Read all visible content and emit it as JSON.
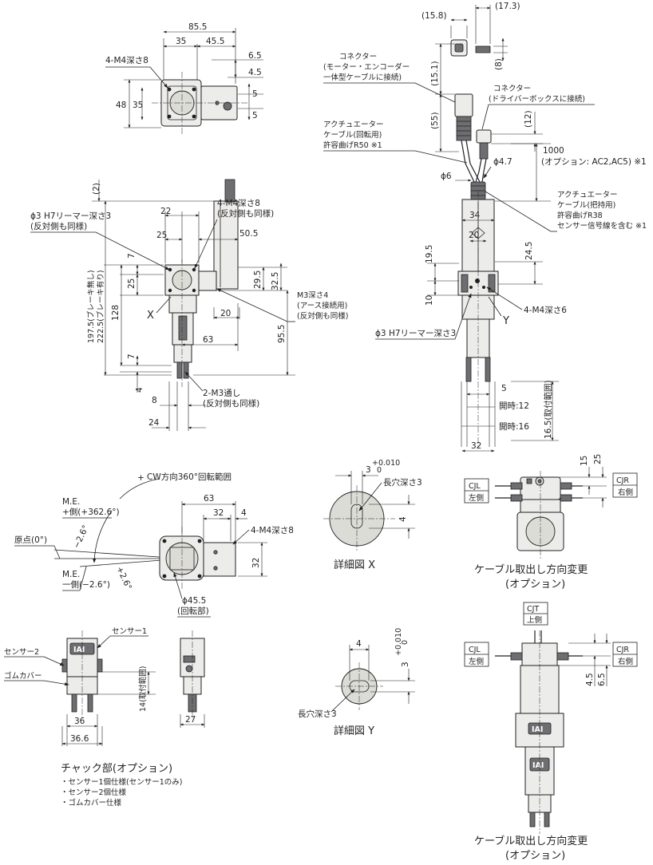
{
  "top_view": {
    "dims": {
      "width_total": "85.5",
      "w35": "35",
      "w45_5": "45.5",
      "d6_5": "6.5",
      "d4_5": "4.5",
      "d5a": "5",
      "d5b": "5",
      "h48": "48",
      "h35": "35"
    },
    "note_m4": "4-M4深さ8"
  },
  "cable_top": {
    "d15_8": "(15.8)",
    "d17_3": "(17.3)",
    "d8": "(8)"
  },
  "connector_motor": {
    "title": "コネクター",
    "line1": "(モーター・エンコーダー",
    "line2": "一体型ケーブルに接続)",
    "d15_1": "(15.1)",
    "d55": "(55)"
  },
  "connector_driver": {
    "title": "コネクター",
    "line1": "(ドライバーボックスに接続)",
    "d12": "(12)"
  },
  "cable_rot": {
    "line1": "アクチュエーター",
    "line2": "ケーブル(回転用)",
    "line3": "許容曲げR50 ※1"
  },
  "length_note": {
    "value": "1000",
    "option": "(オプション: AC2,AC5) ※1"
  },
  "cable_dims": {
    "phi4_7": "ϕ4.7",
    "phi6": "ϕ6"
  },
  "cable_grip": {
    "line1": "アクチュエーター",
    "line2": "ケーブル(把持用)",
    "line3": "許容曲げR38",
    "line4": "センサー信号線を含む ※1"
  },
  "front_view": {
    "note_phi3": {
      "line1": "ϕ3 H7リーマー深さ3",
      "line2": "(反対側も同様)"
    },
    "note_m4": {
      "line1": "4-M4深さ8",
      "line2": "(反対側も同様)"
    },
    "note_m3": {
      "line1": "M3深さ4",
      "line2": "(アース接続用)",
      "line3": "(反対側も同様)"
    },
    "note_2m3": {
      "line1": "2-M3通し",
      "line2": "(反対側も同様)"
    },
    "dims": {
      "d2": "(2)",
      "d22": "22",
      "d25": "25",
      "d50_5": "50.5",
      "d7a": "7",
      "d25v": "25",
      "d29_5": "29.5",
      "d32_5": "32.5",
      "d128": "128",
      "d197_5": "197.5(ブレーキ無し)",
      "d222_5": "222.5(ブレーキ有り)",
      "d20": "20",
      "d63": "63",
      "d95_5": "95.5",
      "d7b": "7",
      "d4": "4",
      "d8": "8",
      "d24": "24"
    },
    "label_x": "X"
  },
  "side_view": {
    "dims": {
      "d34": "34",
      "d20": "20",
      "d19_5": "19.5",
      "d24_5": "24.5",
      "d10": "10",
      "d5": "5",
      "d32": "32",
      "d16_5": "16.5(取付範囲)"
    },
    "note_m4": "4-M4深さ6",
    "note_phi3": "ϕ3 H7リーマー深さ3",
    "open12": "開時:12",
    "open16": "開時:16",
    "label_y": "Y"
  },
  "rotation_view": {
    "cw": "CW方向360°回転範囲",
    "me_plus": {
      "line1": "M.E.",
      "line2": "+側(+362.6°)"
    },
    "origin": "原点(0°)",
    "me_minus": {
      "line1": "M.E.",
      "line2": "一側(−2.6°)"
    },
    "ang_neg": "−2.6°",
    "ang_pos": "+2.6°",
    "phi45_5": {
      "line1": "ϕ45.5",
      "line2": "(回転部)"
    },
    "dims": {
      "d63": "63",
      "d32": "32",
      "d4": "4",
      "d32v": "32"
    },
    "note_m4": "4-M4深さ8"
  },
  "detail_x": {
    "d3": "3",
    "tol": "+0.010",
    "tol0": "0",
    "note": "長穴深さ3",
    "d4": "4",
    "caption": "詳細図 X"
  },
  "detail_y": {
    "d4": "4",
    "d3": "3",
    "tol": "+0.010",
    "tol0": "0",
    "note": "長穴深さ3",
    "caption": "詳細図 Y"
  },
  "cable_dir1": {
    "cjl": "CJL",
    "cjl2": "左側",
    "cjr": "CJR",
    "cjr2": "右側",
    "d15": "15",
    "d25": "25",
    "caption1": "ケーブル取出し方向変更",
    "caption2": "(オプション)"
  },
  "cable_dir2": {
    "cjt": "CJT",
    "cjt2": "上側",
    "cjl": "CJL",
    "cjl2": "左側",
    "cjr": "CJR",
    "cjr2": "右側",
    "d4_5": "4.5",
    "d6_5": "6.5",
    "caption1": "ケーブル取出し方向変更",
    "caption2": "(オプション)"
  },
  "chuck": {
    "sensor1": "センサー1",
    "sensor2": "センサー2",
    "rubber": "ゴムカバー",
    "d14": "14(取付範囲)",
    "d36": "36",
    "d36_6": "36.6",
    "d27": "27",
    "title": "チャック部(オプション)",
    "opt1": "・センサー1個仕様(センサー1のみ)",
    "opt2": "・センサー2個仕様",
    "opt3": "・ゴムカバー仕様"
  },
  "logo_text": "IAI"
}
